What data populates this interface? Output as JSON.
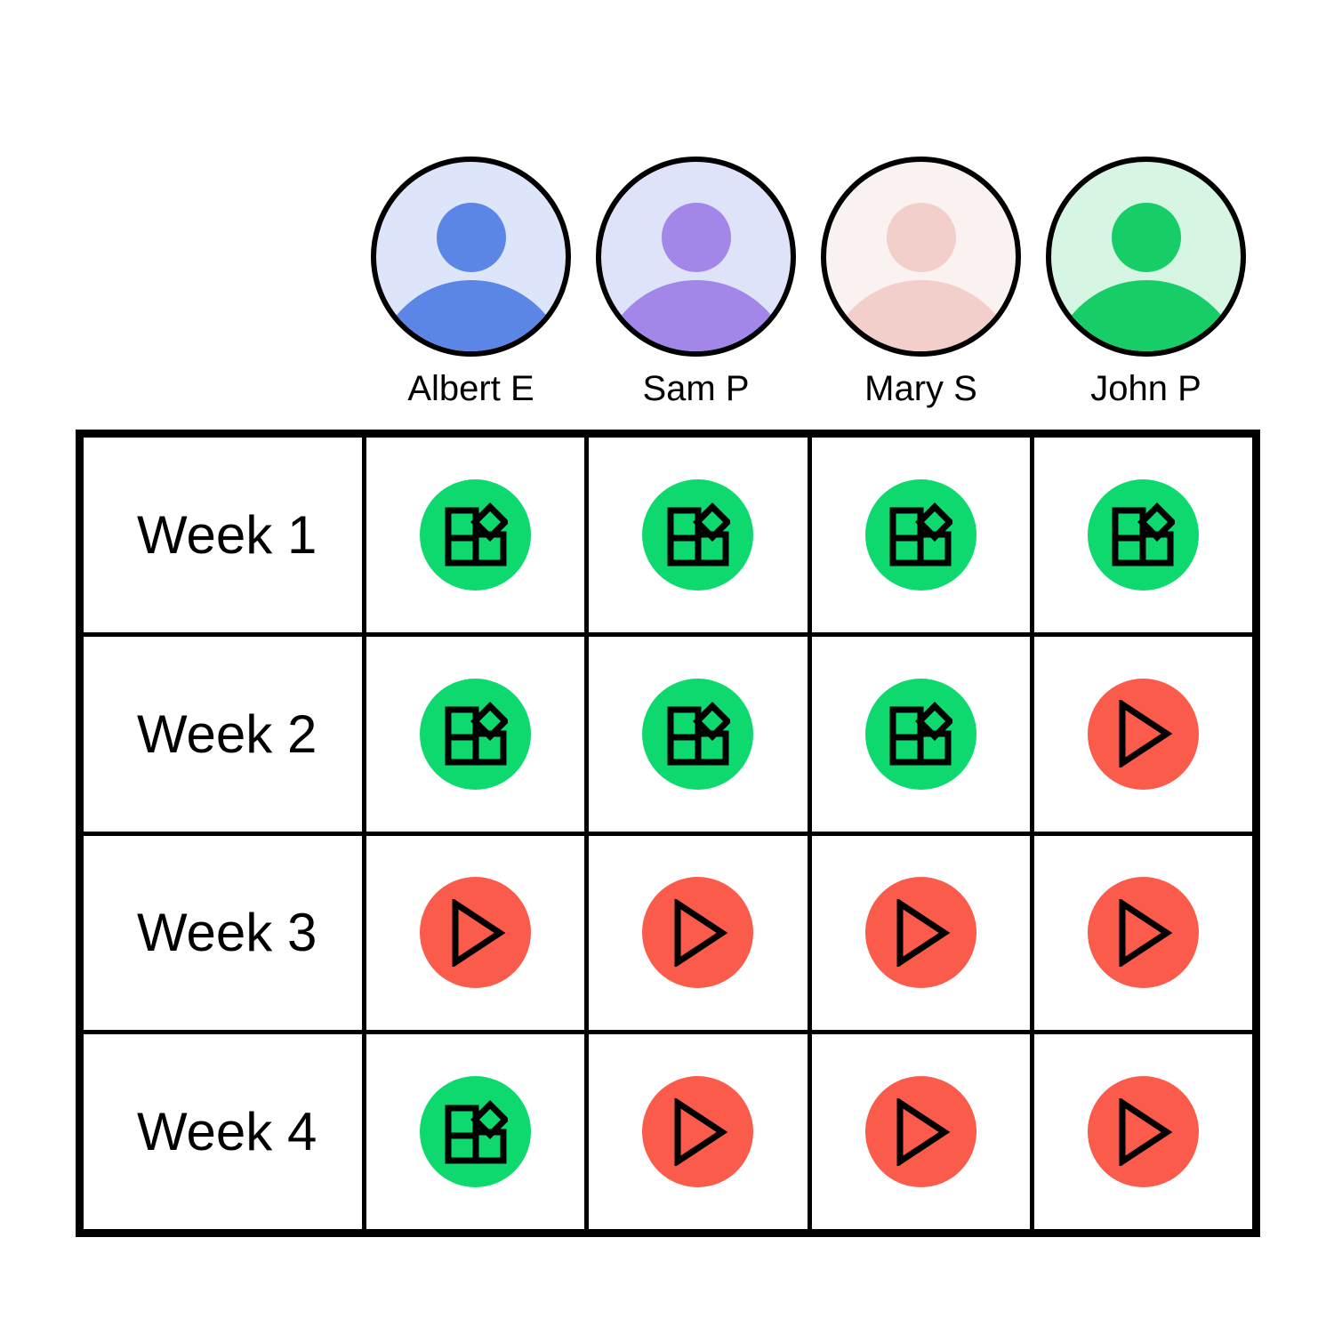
{
  "colors": {
    "status_done": "#0ed96e",
    "status_pending": "#fa5b4a",
    "outline": "#000000",
    "background": "#ffffff"
  },
  "people": [
    {
      "name": "Albert E",
      "avatar_icon": "person-avatar-icon",
      "avatar_bg": "#dde5fb",
      "avatar_fg": "#5b86e5"
    },
    {
      "name": "Sam P",
      "avatar_icon": "person-avatar-icon",
      "avatar_bg": "#dfe3fa",
      "avatar_fg": "#a287e8"
    },
    {
      "name": "Mary S",
      "avatar_icon": "person-avatar-icon",
      "avatar_bg": "#faf1f1",
      "avatar_fg": "#f2cfca"
    },
    {
      "name": "John P",
      "avatar_icon": "person-avatar-icon",
      "avatar_bg": "#d6f5e3",
      "avatar_fg": "#16cd68"
    }
  ],
  "matrix": {
    "row_header_label": "",
    "rows": [
      {
        "label": "Week 1",
        "cells": [
          {
            "person": "Albert E",
            "status": "done",
            "icon": "widgets-icon",
            "color": "#0ed96e"
          },
          {
            "person": "Sam P",
            "status": "done",
            "icon": "widgets-icon",
            "color": "#0ed96e"
          },
          {
            "person": "Mary S",
            "status": "done",
            "icon": "widgets-icon",
            "color": "#0ed96e"
          },
          {
            "person": "John P",
            "status": "done",
            "icon": "widgets-icon",
            "color": "#0ed96e"
          }
        ]
      },
      {
        "label": "Week 2",
        "cells": [
          {
            "person": "Albert E",
            "status": "done",
            "icon": "widgets-icon",
            "color": "#0ed96e"
          },
          {
            "person": "Sam P",
            "status": "done",
            "icon": "widgets-icon",
            "color": "#0ed96e"
          },
          {
            "person": "Mary S",
            "status": "done",
            "icon": "widgets-icon",
            "color": "#0ed96e"
          },
          {
            "person": "John P",
            "status": "pending",
            "icon": "play-icon",
            "color": "#fa5b4a"
          }
        ]
      },
      {
        "label": "Week 3",
        "cells": [
          {
            "person": "Albert E",
            "status": "pending",
            "icon": "play-icon",
            "color": "#fa5b4a"
          },
          {
            "person": "Sam P",
            "status": "pending",
            "icon": "play-icon",
            "color": "#fa5b4a"
          },
          {
            "person": "Mary S",
            "status": "pending",
            "icon": "play-icon",
            "color": "#fa5b4a"
          },
          {
            "person": "John P",
            "status": "pending",
            "icon": "play-icon",
            "color": "#fa5b4a"
          }
        ]
      },
      {
        "label": "Week 4",
        "cells": [
          {
            "person": "Albert E",
            "status": "done",
            "icon": "widgets-icon",
            "color": "#0ed96e"
          },
          {
            "person": "Sam P",
            "status": "pending",
            "icon": "play-icon",
            "color": "#fa5b4a"
          },
          {
            "person": "Mary S",
            "status": "pending",
            "icon": "play-icon",
            "color": "#fa5b4a"
          },
          {
            "person": "John P",
            "status": "pending",
            "icon": "play-icon",
            "color": "#fa5b4a"
          }
        ]
      }
    ]
  }
}
